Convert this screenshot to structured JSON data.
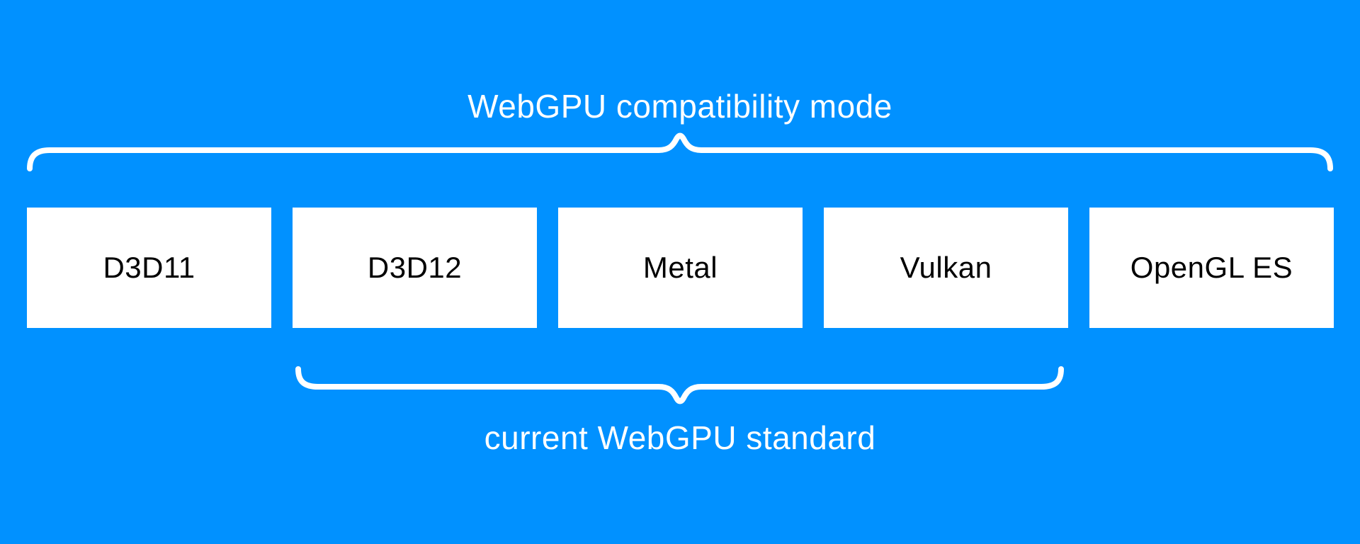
{
  "colors": {
    "background": "#0191ff",
    "box_background": "#ffffff",
    "box_text": "#000000",
    "annotation_text": "#ffffff",
    "brace_stroke": "#ffffff"
  },
  "diagram": {
    "top_annotation": "WebGPU compatibility mode",
    "bottom_annotation": "current WebGPU standard",
    "boxes": [
      {
        "label": "D3D11"
      },
      {
        "label": "D3D12"
      },
      {
        "label": "Metal"
      },
      {
        "label": "Vulkan"
      },
      {
        "label": "OpenGL ES"
      }
    ]
  }
}
